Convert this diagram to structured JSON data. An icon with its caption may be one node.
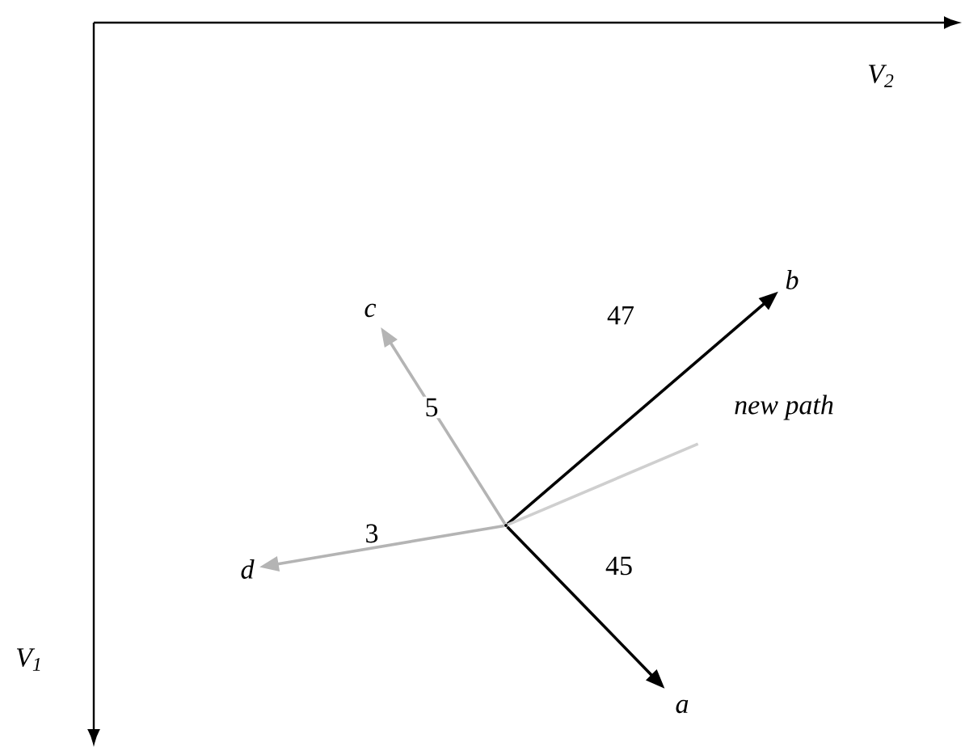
{
  "diagram": {
    "nodes": [
      {
        "text": [],
        "shape": "point"
      },
      {
        "text": [
          "a"
        ]
      },
      {
        "text": [
          "b"
        ]
      },
      {
        "text": [
          "c"
        ]
      },
      {
        "text": [
          "d"
        ]
      },
      {
        "text": [
          "new path"
        ]
      }
    ],
    "edges": [
      {
        "from": 0,
        "to": 1,
        "arrow": "to",
        "label": "45"
      },
      {
        "from": 0,
        "to": 2,
        "arrow": "to",
        "label": "47"
      },
      {
        "from": 0,
        "to": 3,
        "arrow": "to",
        "label": "5",
        "color": "#b4b4b4"
      },
      {
        "from": 0,
        "to": 4,
        "arrow": "to",
        "label": "3",
        "color": "#b4b4b4"
      },
      {
        "from": 0,
        "to": 5,
        "arrow": "none",
        "color": "#cfcfcf"
      }
    ],
    "labels": [
      "V$_{2}$",
      "V$_{1}$"
    ]
  }
}
